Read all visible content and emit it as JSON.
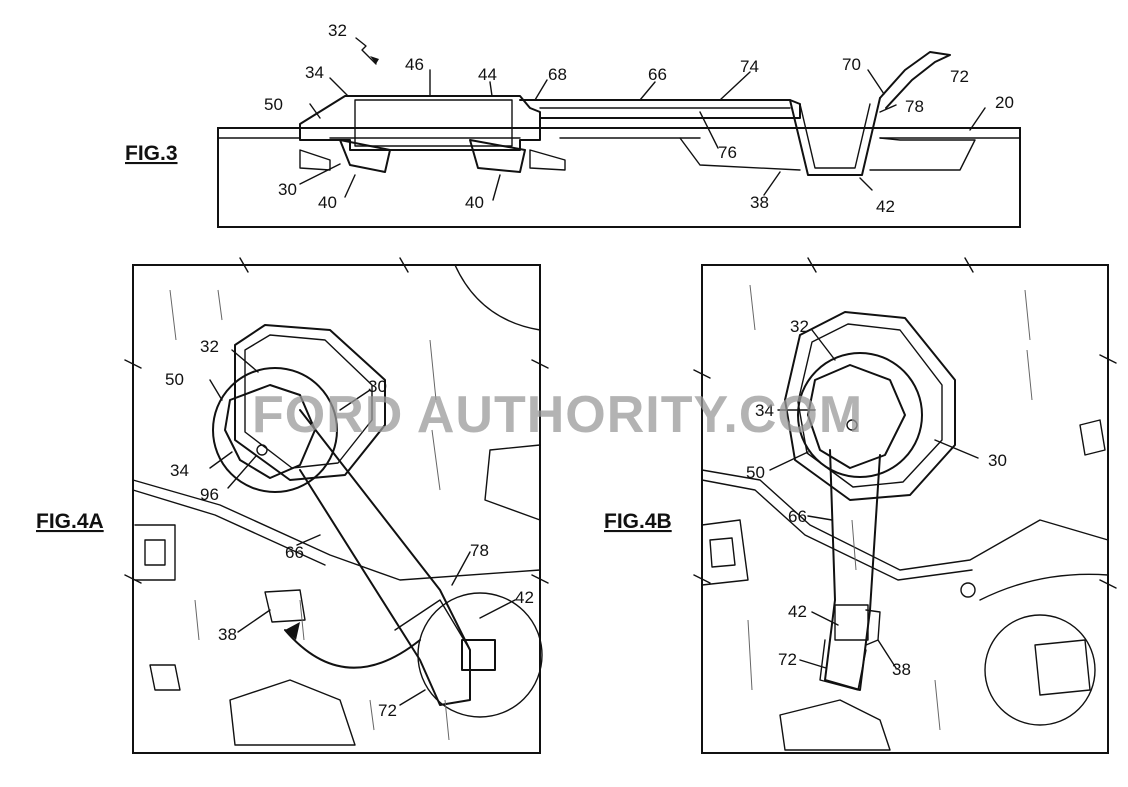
{
  "watermark": "FORD AUTHORITY.COM",
  "figures": {
    "fig3": {
      "label": "FIG.3",
      "refs": {
        "r32": "32",
        "r34": "34",
        "r46": "46",
        "r44": "44",
        "r68": "68",
        "r66": "66",
        "r74": "74",
        "r70": "70",
        "r72": "72",
        "r50": "50",
        "r78": "78",
        "r20": "20",
        "r76": "76",
        "r30": "30",
        "r40a": "40",
        "r40b": "40",
        "r38": "38",
        "r42": "42"
      }
    },
    "fig4a": {
      "label": "FIG.4A",
      "refs": {
        "r32": "32",
        "r50": "50",
        "r30": "30",
        "r34": "34",
        "r96": "96",
        "r66": "66",
        "r78": "78",
        "r42": "42",
        "r38": "38",
        "r72": "72"
      }
    },
    "fig4b": {
      "label": "FIG.4B",
      "refs": {
        "r32": "32",
        "r34": "34",
        "r50": "50",
        "r30": "30",
        "r66": "66",
        "r42": "42",
        "r72": "72",
        "r38": "38"
      }
    }
  }
}
